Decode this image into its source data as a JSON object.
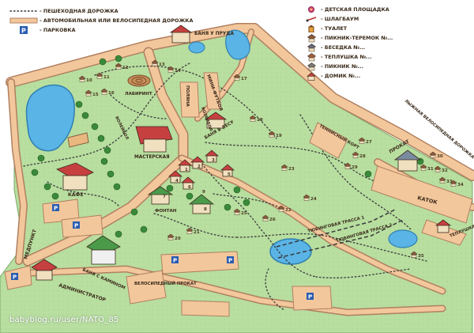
{
  "legend": {
    "left": [
      {
        "label": "- ПЕШЕХОДНАЯ ДОРОЖКА",
        "icon": "dotted-path"
      },
      {
        "label": "- АВТОМОБИЛЬНАЯ ИЛИ ВЕЛОСИПЕДНАЯ ДОРОЖКА",
        "icon": "road"
      },
      {
        "label": "- ПАРКОВКА",
        "icon": "parking"
      }
    ],
    "right": [
      {
        "label": "- ДЕТСКАЯ ПЛОЩАДКА",
        "icon": "playground"
      },
      {
        "label": "- ШЛАГБАУМ",
        "icon": "barrier"
      },
      {
        "label": "- ТУАЛЕТ",
        "icon": "toilet"
      },
      {
        "label": "- ПИКНИК-ТЕРЕМОК №...",
        "icon": "gazebo"
      },
      {
        "label": "- БЕСЕДКА №...",
        "icon": "gazebo"
      },
      {
        "label": "- ТЕПЛУШКА №...",
        "icon": "gazebo"
      },
      {
        "label": "- ПИКНИК №...",
        "icon": "gazebo"
      },
      {
        "label": "- ДОМИК №...",
        "icon": "cabin"
      }
    ],
    "parking_letter": "P"
  },
  "places": {
    "banya_prud": "БАНЯ У ПРУДА",
    "labirint": "ЛАБИРИНТ",
    "polyana": "ПОЛЯНА",
    "vollejbol": "ВОЛЕЙБОЛ",
    "mini_futbol": "МИНИ-ФУТБОЛ",
    "volejbol_small": "ВОЛЕЙБОЛ",
    "banya_les": "БАНЯ В ЛЕСУ",
    "masterskaya": "МАСТЕРСКАЯ",
    "kafe": "КАФЕ",
    "fontan": "ФОНТАН",
    "banya_kaminom": "БАНЯ С КАМИНОМ",
    "medpunkt": "МЕДПУНКТ",
    "administrator": "АДМИНИСТРАТОР",
    "velosiped_prokat": "ВЕЛОСИПЕДНЫЙ ПРОКАТ",
    "tennis": "ТЕННИСНЫЙ КОРТ",
    "prokat": "ПРОКАТ",
    "katok": "КАТОК",
    "teplushka": "ТЕПЛУШКА",
    "lyzhnaya": "ЛЫЖНАЯ ВЕЛОСИПЕДНАЯ ДОРОЖКА",
    "tubing1": "ТЮБИНГОВАЯ ТРАССА 1",
    "tubing2": "ТЮБИНГОВАЯ ТРАССА 2"
  },
  "markers": {
    "cabins": [
      "1",
      "2",
      "3",
      "4",
      "5",
      "6",
      "7",
      "8",
      "9"
    ],
    "pavilions": [
      "10",
      "11",
      "12",
      "13",
      "14",
      "15",
      "16",
      "17",
      "18",
      "19",
      "20",
      "21",
      "22",
      "23",
      "24",
      "25",
      "26",
      "27",
      "28",
      "29",
      "30",
      "31",
      "32",
      "33",
      "34",
      "35"
    ]
  },
  "watermark": "babyblog.ru/user/NATO_85",
  "colors": {
    "grass": "#b8dea0",
    "grass_dark": "#9dcc85",
    "road": "#f3c79c",
    "road_edge": "#b08060",
    "water": "#5ab4e6",
    "roof_red": "#c74040",
    "roof_green": "#4a9a4a"
  }
}
